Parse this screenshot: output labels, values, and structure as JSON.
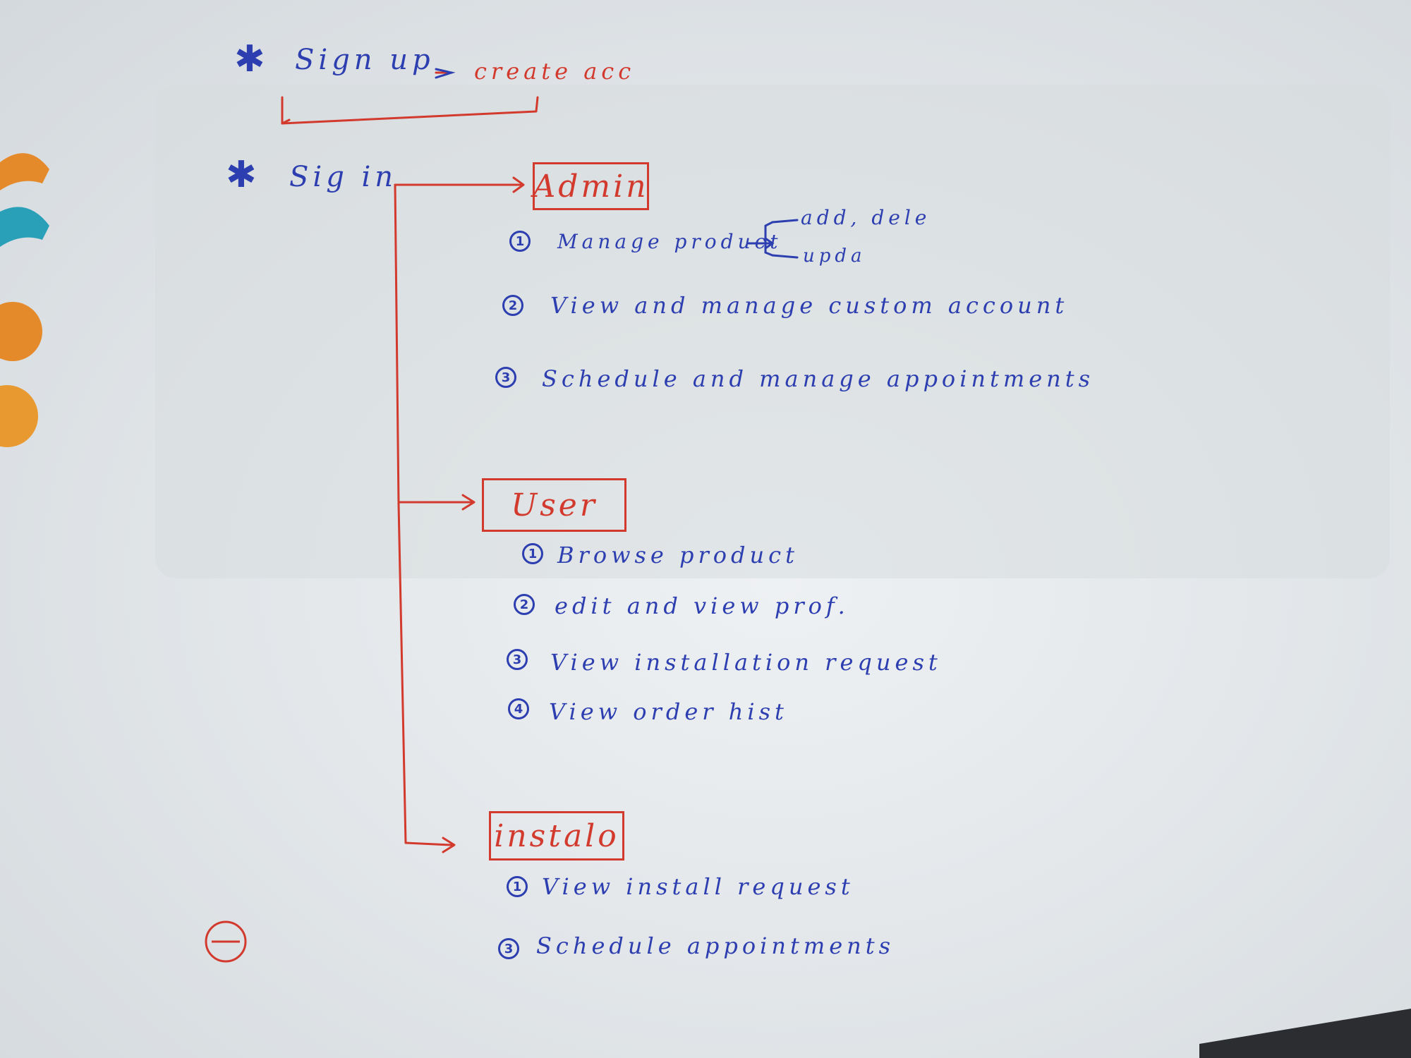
{
  "signup": {
    "label": "Sign up",
    "arrow_target": "create acc"
  },
  "signin": {
    "label": "Sig in"
  },
  "roles": [
    {
      "name": "Admin",
      "items": [
        {
          "number": "1",
          "text": "Manage product"
        },
        {
          "number": "2",
          "text": "View and manage custom account"
        },
        {
          "number": "3",
          "text": "Schedule and manage appointments"
        }
      ],
      "product_actions": [
        "add, dele",
        "upda"
      ]
    },
    {
      "name": "User",
      "items": [
        {
          "number": "1",
          "text": "Browse product"
        },
        {
          "number": "2",
          "text": "edit and view prof."
        },
        {
          "number": "3",
          "text": "View installation request"
        },
        {
          "number": "4",
          "text": "View order hist"
        }
      ]
    },
    {
      "name": "instalo",
      "items": [
        {
          "number": "1",
          "text": "View install request"
        },
        {
          "number": "3",
          "text": "Schedule appointments"
        }
      ]
    }
  ],
  "colors": {
    "ink_blue": "#2d3fb0",
    "ink_red": "#d33a2e",
    "paper": "#e6eaed"
  },
  "icons": [
    "star-bullet-icon",
    "arrow-right-icon",
    "minus-circle-icon",
    "music-note-icon",
    "lightbulb-icon"
  ]
}
